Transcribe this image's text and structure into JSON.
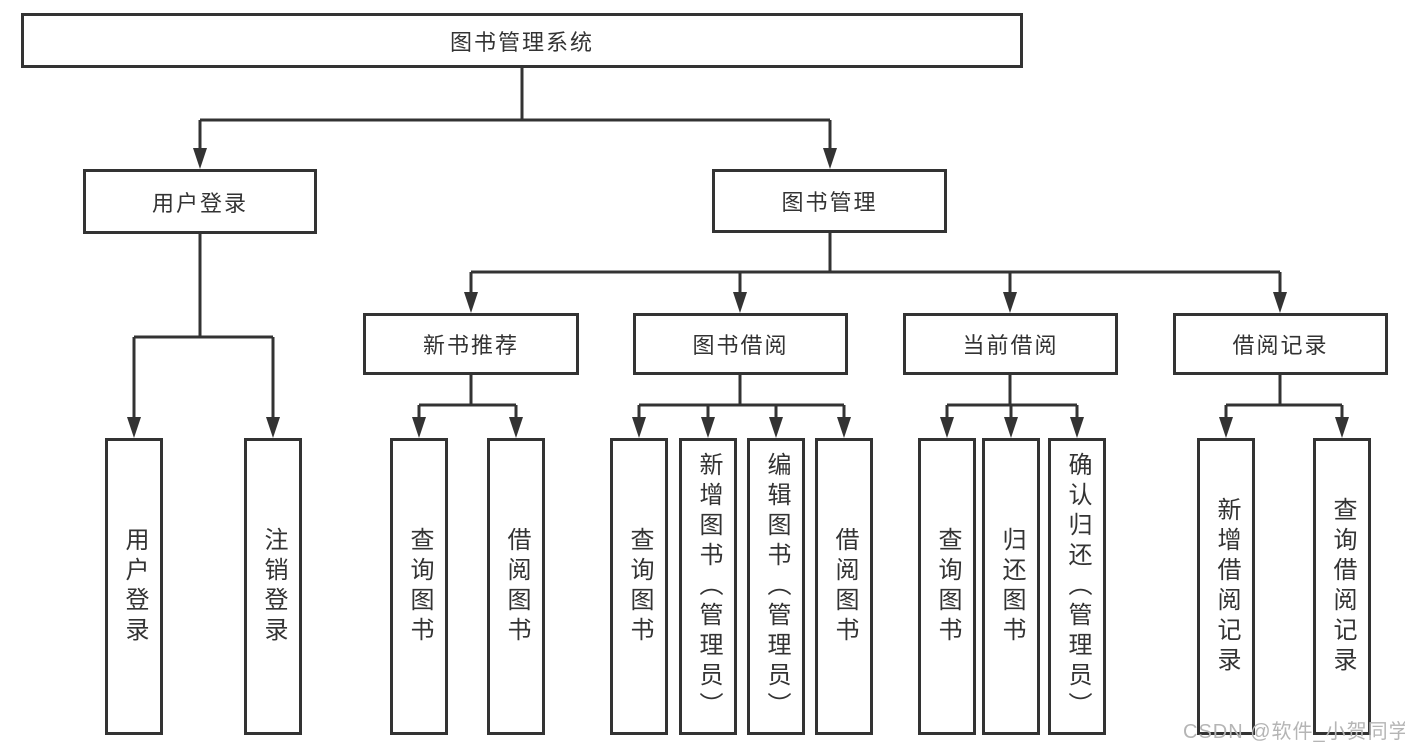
{
  "title": "图书管理系统",
  "watermark": "CSDN @软件_小贺同学",
  "colors": {
    "line": "#333333",
    "text": "#333333",
    "box_background": "#ffffff",
    "watermark": "#b5b5b5"
  },
  "tree": {
    "label": "图书管理系统",
    "children": [
      {
        "label": "用户登录",
        "children": [
          {
            "label": "用户登录"
          },
          {
            "label": "注销登录"
          }
        ]
      },
      {
        "label": "图书管理",
        "children": [
          {
            "label": "新书推荐",
            "children": [
              {
                "label": "查询图书"
              },
              {
                "label": "借阅图书"
              }
            ]
          },
          {
            "label": "图书借阅",
            "children": [
              {
                "label": "查询图书"
              },
              {
                "label": "新增图书（管理员）"
              },
              {
                "label": "编辑图书（管理员）"
              },
              {
                "label": "借阅图书"
              }
            ]
          },
          {
            "label": "当前借阅",
            "children": [
              {
                "label": "查询图书"
              },
              {
                "label": "归还图书"
              },
              {
                "label": "确认归还（管理员）"
              }
            ]
          },
          {
            "label": "借阅记录",
            "children": [
              {
                "label": "新增借阅记录"
              },
              {
                "label": "查询借阅记录"
              }
            ]
          }
        ]
      }
    ]
  }
}
